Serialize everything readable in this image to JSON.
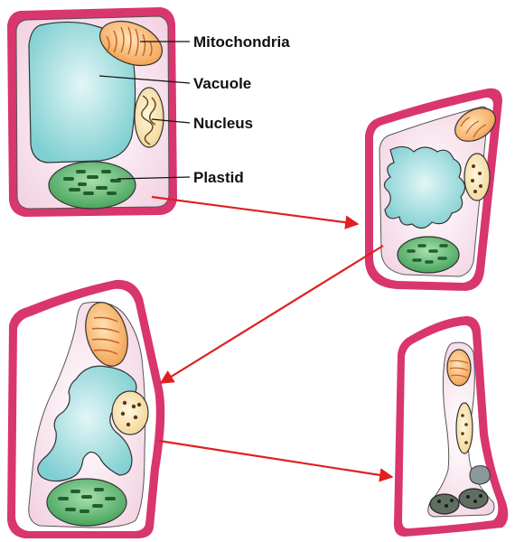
{
  "labels": {
    "mitochondria": "Mitochondria",
    "vacuole": "Vacuole",
    "nucleus": "Nucleus",
    "plastid": "Plastid"
  },
  "colors": {
    "cell_wall": "#d9356f",
    "cytoplasm": "#f7dbe7",
    "vacuole": "#8dd3d6",
    "mitochondria": "#f7b36a",
    "nucleus": "#f6deaa",
    "plastid": "#5cb46e",
    "arrow": "#e02020"
  }
}
